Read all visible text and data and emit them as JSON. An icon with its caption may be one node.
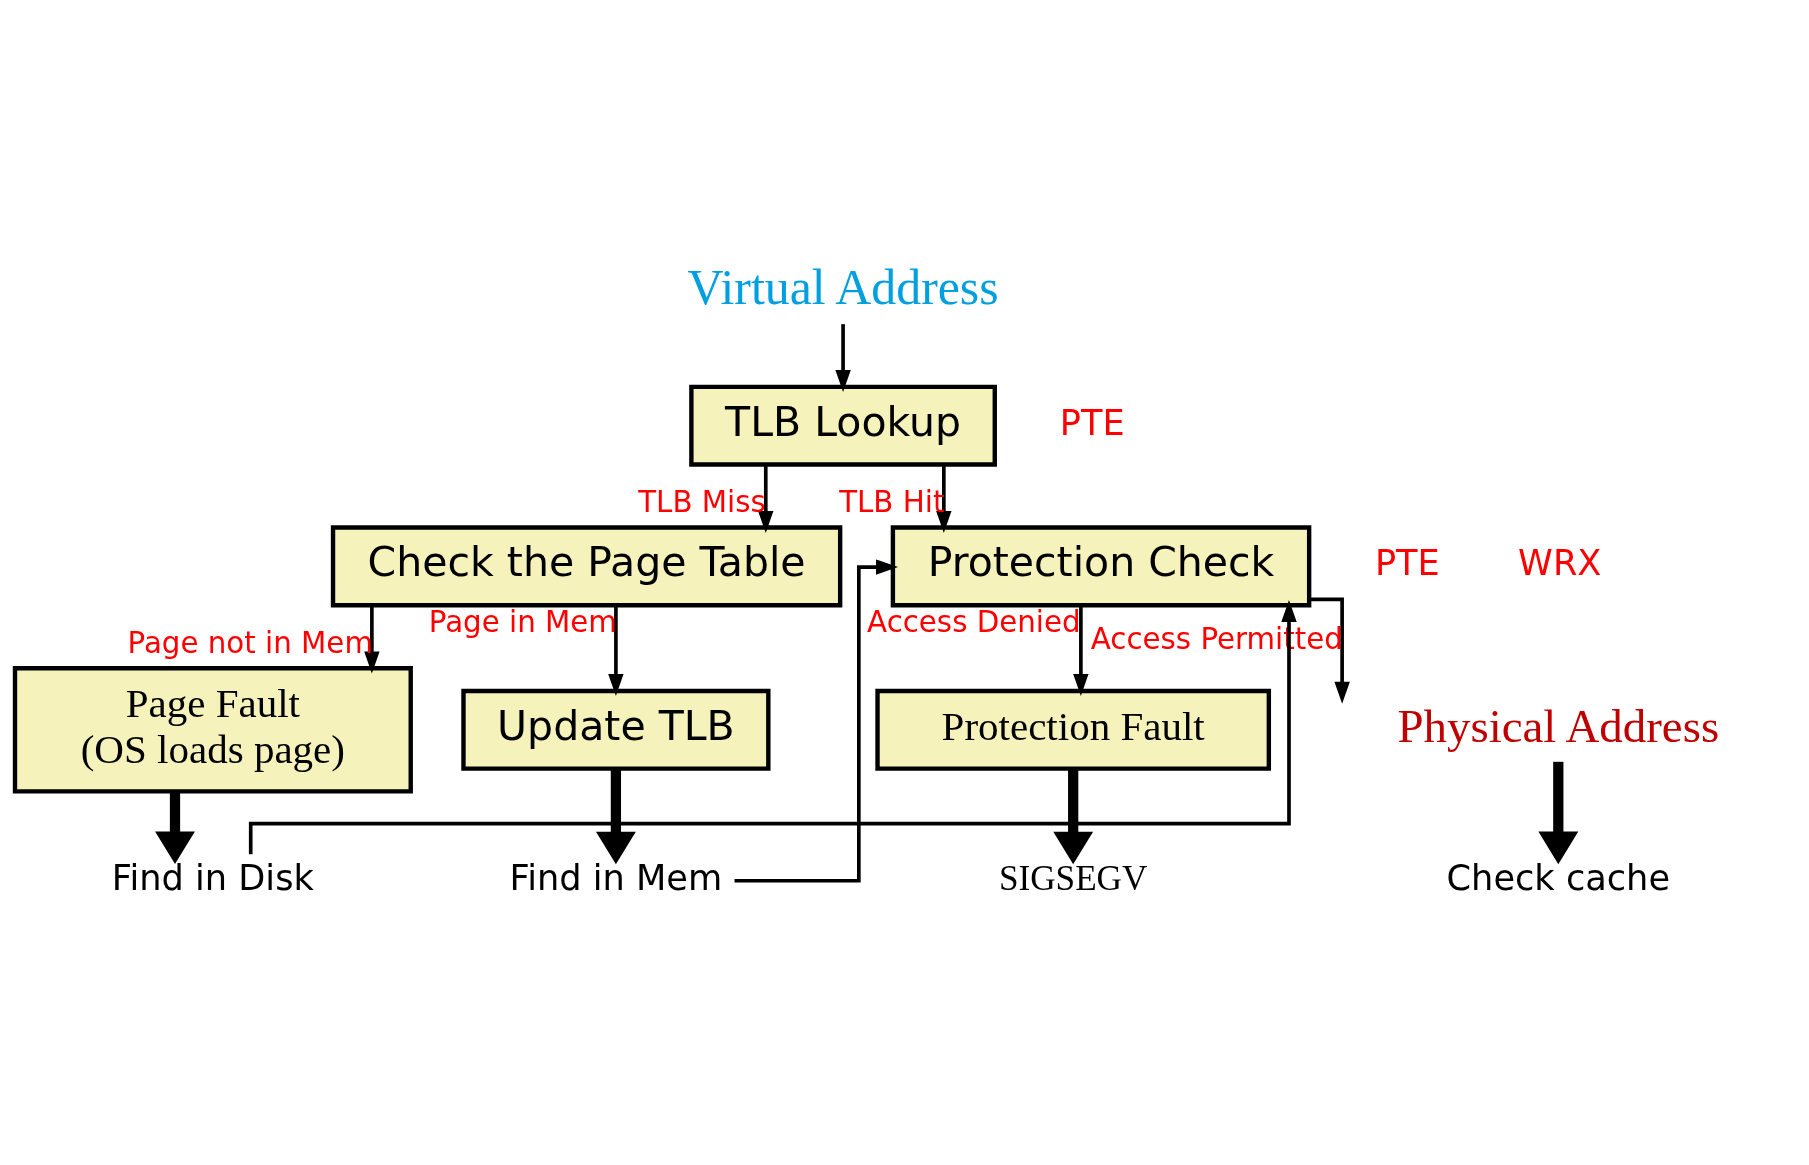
{
  "diagram": {
    "nodes": [
      {
        "text": [
          "Virtual Address"
        ]
      },
      {
        "text": [
          "TLB Lookup"
        ]
      },
      {
        "text": [
          "Check the Page Table"
        ]
      },
      {
        "text": [
          "Protection Check"
        ]
      },
      {
        "text": [
          "Page Fault",
          "(OS loads page)"
        ]
      },
      {
        "text": [
          "Update TLB"
        ]
      },
      {
        "text": [
          "Protection Fault"
        ]
      },
      {
        "text": [
          "Physical Address"
        ]
      },
      {
        "text": [
          "Find in Disk"
        ]
      },
      {
        "text": [
          "Find in Mem"
        ]
      },
      {
        "text": [
          "SIGSEGV"
        ]
      },
      {
        "text": [
          "Check cache"
        ]
      }
    ],
    "edges": [
      {
        "from": 0,
        "to": 1,
        "arrow": "to"
      },
      {
        "from": 1,
        "to": 2,
        "arrow": "to",
        "label": "TLB Miss"
      },
      {
        "from": 1,
        "to": 3,
        "arrow": "to",
        "label": "TLB Hit"
      },
      {
        "from": 2,
        "to": 4,
        "arrow": "to",
        "label": "Page not in Mem"
      },
      {
        "from": 2,
        "to": 5,
        "arrow": "to",
        "label": "Page in Mem"
      },
      {
        "from": 3,
        "to": 6,
        "arrow": "to",
        "label": "Access Denied"
      },
      {
        "from": 3,
        "to": 7,
        "arrow": "to",
        "label": "Access Permitted"
      },
      {
        "from": 4,
        "to": 8,
        "arrow": "to",
        "style": "thick"
      },
      {
        "from": 5,
        "to": 9,
        "arrow": "to",
        "style": "thick"
      },
      {
        "from": 6,
        "to": 10,
        "arrow": "to",
        "style": "thick"
      },
      {
        "from": 7,
        "to": 11,
        "arrow": "to",
        "style": "thick"
      },
      {
        "from": 8,
        "to": 3,
        "arrow": "to"
      },
      {
        "from": 9,
        "to": 3,
        "arrow": "to"
      }
    ],
    "labels": [
      "PTE",
      "PTE",
      "WRX"
    ]
  }
}
